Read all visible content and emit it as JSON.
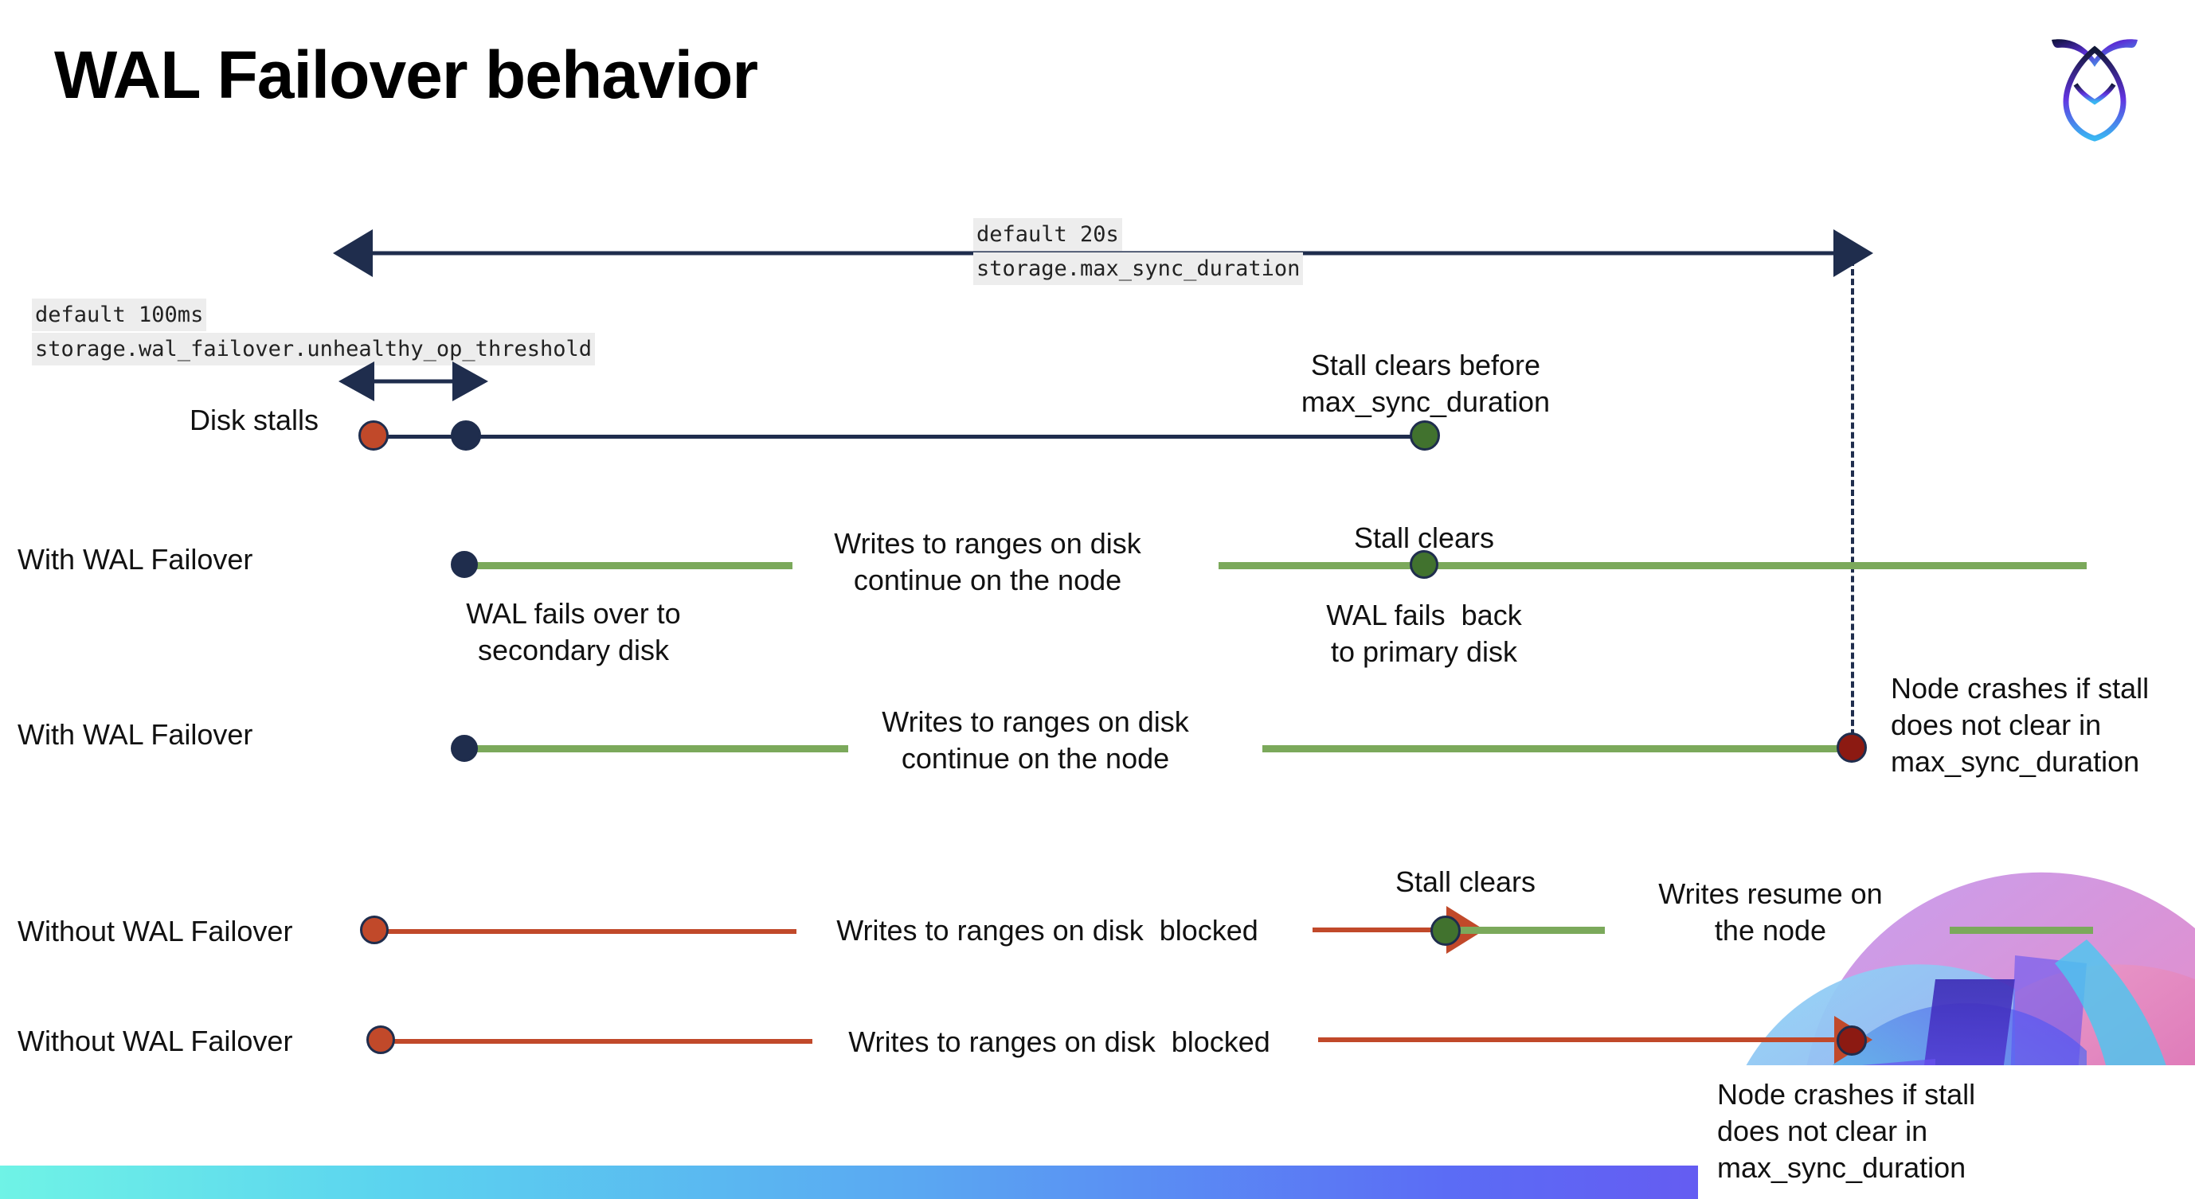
{
  "slide": {
    "title": "WAL Failover behavior",
    "logo_name": "cockroachdb-logo"
  },
  "annotations": {
    "max_sync": {
      "line1": "default 20s",
      "line2": "storage.max_sync_duration"
    },
    "unhealthy_threshold": {
      "line1": "default 100ms",
      "line2": "storage.wal_failover.unhealthy_op_threshold"
    }
  },
  "rows": [
    {
      "id": "disk-stalls",
      "label": "Disk stalls",
      "notes": [
        {
          "id": "stall-clears-before",
          "text": "Stall clears before\nmax_sync_duration"
        }
      ]
    },
    {
      "id": "with-wal-failover-1",
      "label": "With WAL Failover",
      "notes": [
        {
          "id": "writes-continue-1",
          "text": "Writes to ranges on disk\ncontinue on the node"
        },
        {
          "id": "wal-fails-over",
          "text": "WAL fails over to\nsecondary disk"
        },
        {
          "id": "stall-clears-1",
          "text": "Stall clears"
        },
        {
          "id": "wal-fails-back",
          "text": "WAL fails  back\nto primary disk"
        }
      ]
    },
    {
      "id": "with-wal-failover-2",
      "label": "With WAL Failover",
      "notes": [
        {
          "id": "writes-continue-2",
          "text": "Writes to ranges on disk\ncontinue on the node"
        },
        {
          "id": "node-crashes-1",
          "text": "Node crashes if stall\ndoes not clear in\nmax_sync_duration"
        }
      ]
    },
    {
      "id": "without-wal-failover-1",
      "label": "Without WAL Failover",
      "notes": [
        {
          "id": "writes-blocked-1",
          "text": "Writes to ranges on disk  blocked"
        },
        {
          "id": "stall-clears-2",
          "text": "Stall clears"
        },
        {
          "id": "writes-resume",
          "text": "Writes resume on\nthe node"
        }
      ]
    },
    {
      "id": "without-wal-failover-2",
      "label": "Without WAL Failover",
      "notes": [
        {
          "id": "writes-blocked-2",
          "text": "Writes to ranges on disk  blocked"
        },
        {
          "id": "node-crashes-2",
          "text": "Node crashes if stall\ndoes not clear in\nmax_sync_duration"
        }
      ]
    }
  ],
  "colors": {
    "navy": "#1f2d4d",
    "green_line": "#7ba95b",
    "green_dot": "#41722e",
    "orange": "#c1492a",
    "dark_red": "#8c1a12",
    "code_bg": "#ededed",
    "bottom_bar_start": "#6ff3e6",
    "bottom_bar_end": "#7a4ff0"
  }
}
